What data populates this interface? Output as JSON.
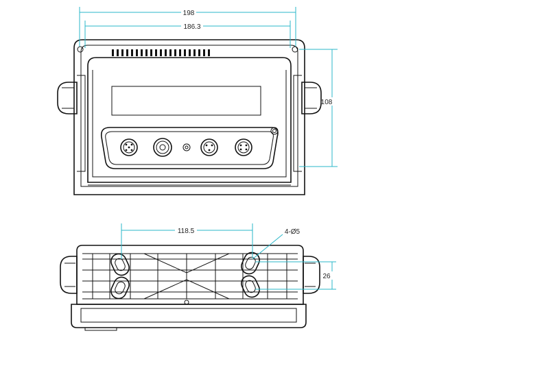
{
  "dimensions": {
    "overall_width": "198",
    "hole_spacing_width": "186.3",
    "height": "108",
    "bottom_hole_spacing": "118.5",
    "holes_callout": "4-Ø5",
    "hole_vertical_spacing": "26"
  },
  "colors": {
    "dimension_line": "#2ab7c8",
    "outline": "#111111",
    "background": "#ffffff"
  }
}
